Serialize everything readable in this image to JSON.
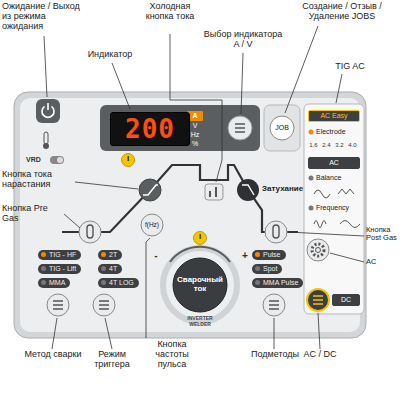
{
  "diagram": {
    "nodes": [
      {
        "text": [
          "200"
        ]
      },
      {
        "text": [
          "JOB"
        ]
      },
      {
        "text": [
          "f(Hz)"
        ]
      },
      {
        "text": [
          "Сварочный ток"
        ]
      },
      {
        "text": [
          "TIG - HF"
        ]
      },
      {
        "text": [
          "TIG - Lift"
        ]
      },
      {
        "text": [
          "MMA"
        ]
      },
      {
        "text": [
          "2T"
        ]
      },
      {
        "text": [
          "4T"
        ]
      },
      {
        "text": [
          "4T LOG"
        ]
      },
      {
        "text": [
          "Pulse"
        ]
      },
      {
        "text": [
          "Spot"
        ]
      },
      {
        "text": [
          "MMA Pulse"
        ]
      },
      {
        "text": [
          "AC Easy"
        ]
      },
      {
        "text": [
          "AC"
        ]
      },
      {
        "text": [
          "DC"
        ]
      }
    ],
    "labels": [
      "Ожидание / Выход из режима ожидания",
      "Индикатор",
      "Холодная кнопка тока",
      "Выбор индикатора A / V",
      "Создание / Отзыв / Удаление JOBS",
      "TIG AC",
      "Кнопка тока нарастания",
      "Кнопка Pre Gas",
      "Кнопка Post Gas",
      "AC",
      "Метод сварки",
      "Режим триггера",
      "Кнопка частоты пульса",
      "Подметоды",
      "AC / DC",
      "A",
      "V",
      "Hz",
      "%",
      "VRD",
      "Затухание",
      "-",
      "+",
      "INVERTER WELDER",
      "Electrode",
      "1.6",
      "2.4",
      "3.2",
      "4.0",
      "Balance",
      "Frequency",
      "I",
      "I"
    ]
  }
}
